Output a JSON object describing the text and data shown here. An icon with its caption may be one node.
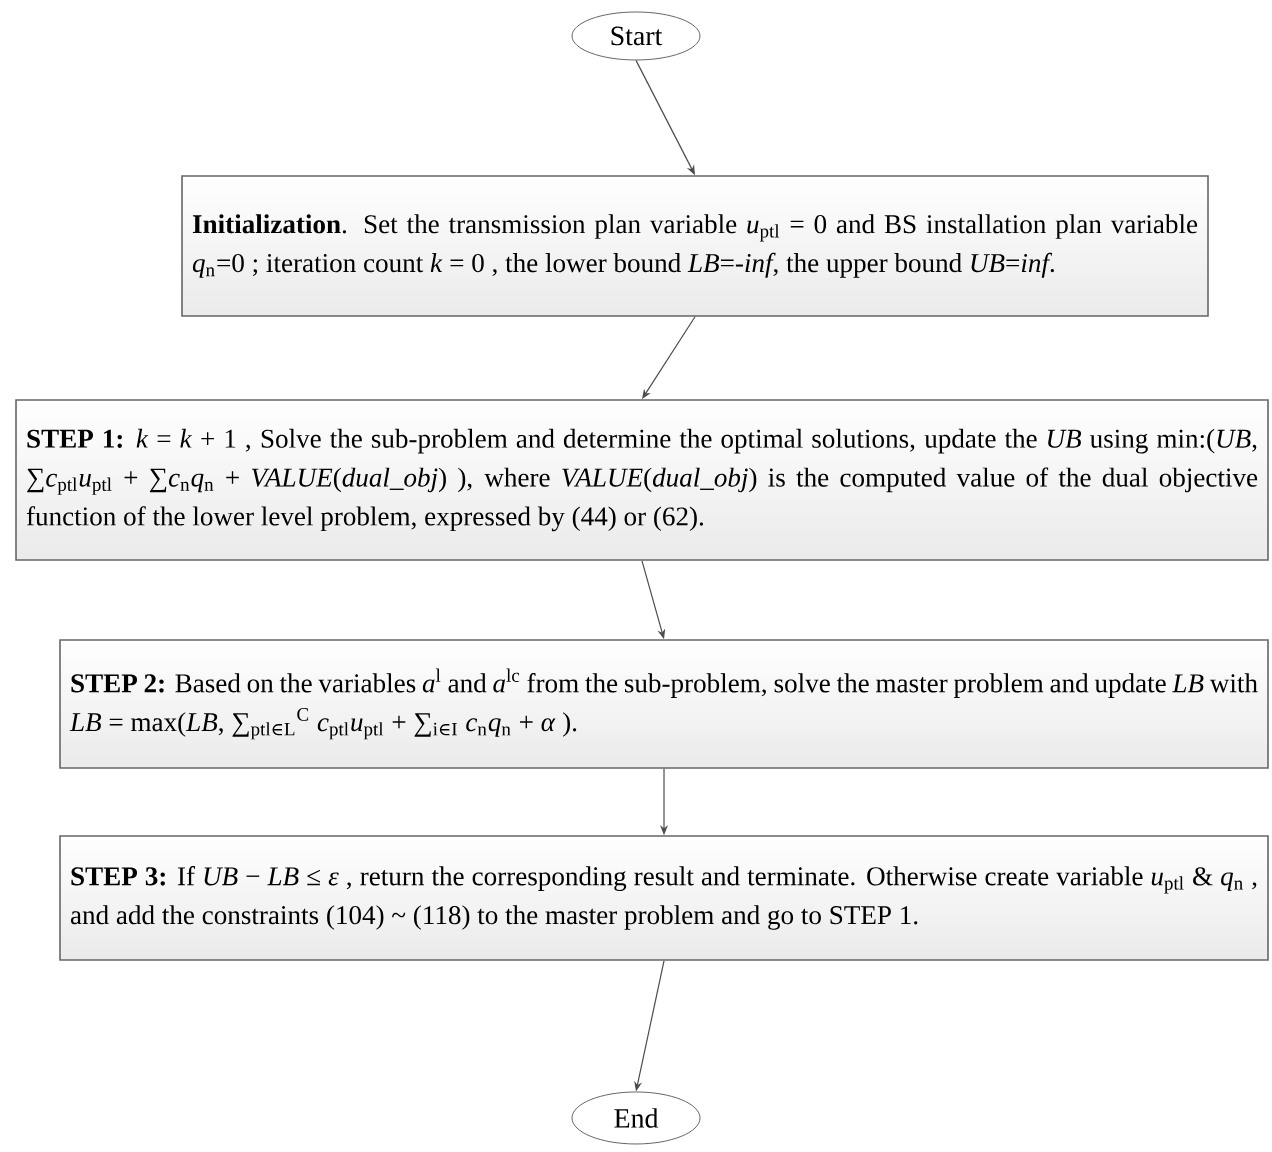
{
  "diagram": {
    "nodes": [
      {
        "text": [
          "Start"
        ]
      },
      {
        "text": [
          "**Initialization**. Set the transmission plan variable *u*$_{ptl}$ = 0 and BS installation plan variable *q*$_{n}$=0 ; iteration count *k* = 0 , the lower bound *LB*=-*inf*, the upper bound *UB*=*inf*."
        ]
      },
      {
        "text": [
          "**STEP 1:** *k* = *k* + 1 , Solve the sub-problem and determine the optimal solutions, update the *UB* using min:(*UB*, ∑*c*$_{ptl}$*u*$_{ptl}$ + ∑*c*$_{n}$*q*$_{n}$ + *VALUE*(*dual_obj*) ), where *VALUE*(*dual_obj*) is the computed value of the dual objective function of the lower level problem, expressed by (44) or (62)."
        ]
      },
      {
        "text": [
          "**STEP 2:** Based on the variables *a*$^{l}$ and *a*$^{lc}$ from the sub-problem, solve the master problem and update *LB* with *LB* = max(*LB*, ∑$_{ptl∈L}$$^{C}$ *c*$_{ptl}$*u*$_{ptl}$ + ∑$_{i∈I}$ *c*$_{n}$*q*$_{n}$ + *α* )."
        ]
      },
      {
        "text": [
          "**STEP 3:** If *UB* − *LB* ≤ *ε* , return the corresponding result and terminate. Otherwise create variable *u*$_{ptl}$ & *q*$_{n}$ , and add the constraints (104) ~ (118) to the master problem and go to STEP 1."
        ]
      },
      {
        "text": [
          "End"
        ]
      }
    ],
    "edges": [
      {
        "from": 0,
        "to": 1,
        "arrow": "to"
      },
      {
        "from": 1,
        "to": 2,
        "arrow": "to"
      },
      {
        "from": 2,
        "to": 3,
        "arrow": "to"
      },
      {
        "from": 3,
        "to": 4,
        "arrow": "to"
      },
      {
        "from": 4,
        "to": 5,
        "arrow": "to"
      }
    ]
  }
}
